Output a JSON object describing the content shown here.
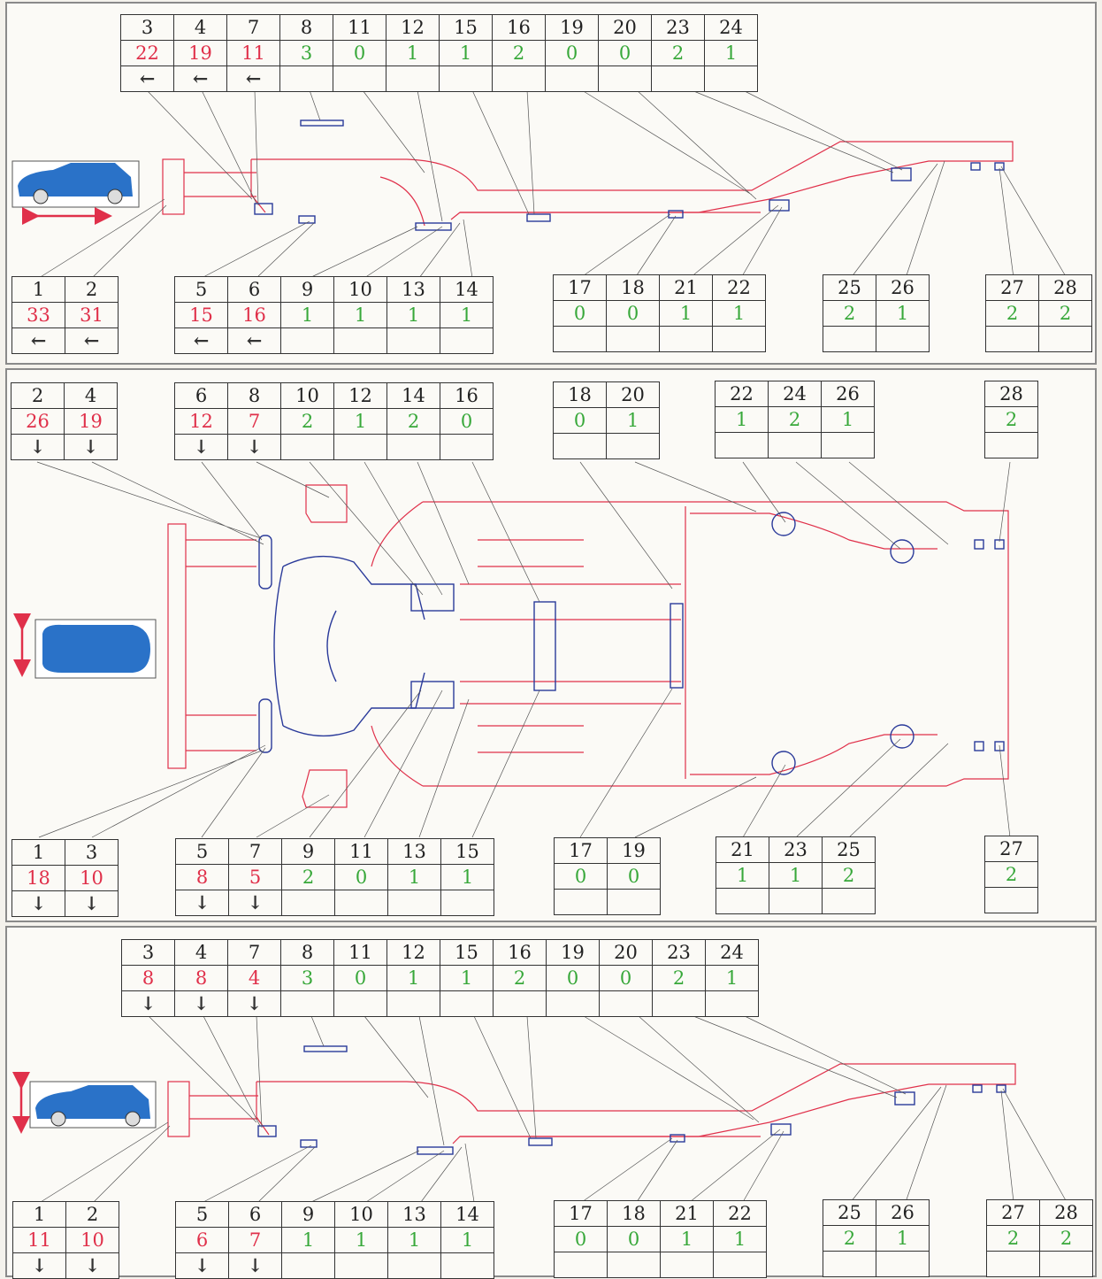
{
  "colors": {
    "chassis": "#e0304a",
    "parts": "#2a3a9a",
    "count_high": "#e0304a",
    "count_low": "#38a83a",
    "car_body": "#2a72c8"
  },
  "icons": {
    "longitudinal": "double-arrow-horizontal-icon",
    "lateral": "double-arrow-vertical-icon",
    "direction_left": "arrow-left-icon",
    "direction_down": "arrow-down-icon"
  },
  "panels": [
    {
      "view": "side-view-longitudinal",
      "tables": [
        {
          "id": "t1a",
          "cols": [
            {
              "n": "3",
              "v": "22",
              "a": "←"
            },
            {
              "n": "4",
              "v": "19",
              "a": "←"
            },
            {
              "n": "7",
              "v": "11",
              "a": "←"
            },
            {
              "n": "8",
              "v": "3"
            },
            {
              "n": "11",
              "v": "0"
            },
            {
              "n": "12",
              "v": "1"
            },
            {
              "n": "15",
              "v": "1"
            },
            {
              "n": "16",
              "v": "2"
            },
            {
              "n": "19",
              "v": "0"
            },
            {
              "n": "20",
              "v": "0"
            },
            {
              "n": "23",
              "v": "2"
            },
            {
              "n": "24",
              "v": "1"
            }
          ]
        },
        {
          "id": "t1b",
          "cols": [
            {
              "n": "1",
              "v": "33",
              "a": "←"
            },
            {
              "n": "2",
              "v": "31",
              "a": "←"
            }
          ]
        },
        {
          "id": "t1c",
          "cols": [
            {
              "n": "5",
              "v": "15",
              "a": "←"
            },
            {
              "n": "6",
              "v": "16",
              "a": "←"
            },
            {
              "n": "9",
              "v": "1"
            },
            {
              "n": "10",
              "v": "1"
            },
            {
              "n": "13",
              "v": "1"
            },
            {
              "n": "14",
              "v": "1"
            }
          ]
        },
        {
          "id": "t1d",
          "cols": [
            {
              "n": "17",
              "v": "0"
            },
            {
              "n": "18",
              "v": "0"
            },
            {
              "n": "21",
              "v": "1"
            },
            {
              "n": "22",
              "v": "1"
            }
          ]
        },
        {
          "id": "t1e",
          "cols": [
            {
              "n": "25",
              "v": "2"
            },
            {
              "n": "26",
              "v": "1"
            }
          ]
        },
        {
          "id": "t1f",
          "cols": [
            {
              "n": "27",
              "v": "2"
            },
            {
              "n": "28",
              "v": "2"
            }
          ]
        }
      ]
    },
    {
      "view": "top-view-lateral",
      "tables": [
        {
          "id": "t2a",
          "cols": [
            {
              "n": "2",
              "v": "26",
              "a": "↓"
            },
            {
              "n": "4",
              "v": "19",
              "a": "↓"
            }
          ]
        },
        {
          "id": "t2b",
          "cols": [
            {
              "n": "6",
              "v": "12",
              "a": "↓"
            },
            {
              "n": "8",
              "v": "7",
              "a": "↓"
            },
            {
              "n": "10",
              "v": "2"
            },
            {
              "n": "12",
              "v": "1"
            },
            {
              "n": "14",
              "v": "2"
            },
            {
              "n": "16",
              "v": "0"
            }
          ]
        },
        {
          "id": "t2c",
          "cols": [
            {
              "n": "18",
              "v": "0"
            },
            {
              "n": "20",
              "v": "1"
            }
          ]
        },
        {
          "id": "t2d",
          "cols": [
            {
              "n": "22",
              "v": "1"
            },
            {
              "n": "24",
              "v": "2"
            },
            {
              "n": "26",
              "v": "1"
            }
          ]
        },
        {
          "id": "t2e",
          "cols": [
            {
              "n": "28",
              "v": "2"
            }
          ]
        },
        {
          "id": "t2f",
          "cols": [
            {
              "n": "1",
              "v": "18",
              "a": "↓"
            },
            {
              "n": "3",
              "v": "10",
              "a": "↓"
            }
          ]
        },
        {
          "id": "t2g",
          "cols": [
            {
              "n": "5",
              "v": "8",
              "a": "↓"
            },
            {
              "n": "7",
              "v": "5",
              "a": "↓"
            },
            {
              "n": "9",
              "v": "2"
            },
            {
              "n": "11",
              "v": "0"
            },
            {
              "n": "13",
              "v": "1"
            },
            {
              "n": "15",
              "v": "1"
            }
          ]
        },
        {
          "id": "t2h",
          "cols": [
            {
              "n": "17",
              "v": "0"
            },
            {
              "n": "19",
              "v": "0"
            }
          ]
        },
        {
          "id": "t2i",
          "cols": [
            {
              "n": "21",
              "v": "1"
            },
            {
              "n": "23",
              "v": "1"
            },
            {
              "n": "25",
              "v": "2"
            }
          ]
        },
        {
          "id": "t2j",
          "cols": [
            {
              "n": "27",
              "v": "2"
            }
          ]
        }
      ]
    },
    {
      "view": "side-view-vertical",
      "tables": [
        {
          "id": "t3a",
          "cols": [
            {
              "n": "3",
              "v": "8",
              "a": "↓"
            },
            {
              "n": "4",
              "v": "8",
              "a": "↓"
            },
            {
              "n": "7",
              "v": "4",
              "a": "↓"
            },
            {
              "n": "8",
              "v": "3"
            },
            {
              "n": "11",
              "v": "0"
            },
            {
              "n": "12",
              "v": "1"
            },
            {
              "n": "15",
              "v": "1"
            },
            {
              "n": "16",
              "v": "2"
            },
            {
              "n": "19",
              "v": "0"
            },
            {
              "n": "20",
              "v": "0"
            },
            {
              "n": "23",
              "v": "2"
            },
            {
              "n": "24",
              "v": "1"
            }
          ]
        },
        {
          "id": "t3b",
          "cols": [
            {
              "n": "1",
              "v": "11",
              "a": "↓"
            },
            {
              "n": "2",
              "v": "10",
              "a": "↓"
            }
          ]
        },
        {
          "id": "t3c",
          "cols": [
            {
              "n": "5",
              "v": "6",
              "a": "↓"
            },
            {
              "n": "6",
              "v": "7",
              "a": "↓"
            },
            {
              "n": "9",
              "v": "1"
            },
            {
              "n": "10",
              "v": "1"
            },
            {
              "n": "13",
              "v": "1"
            },
            {
              "n": "14",
              "v": "1"
            }
          ]
        },
        {
          "id": "t3d",
          "cols": [
            {
              "n": "17",
              "v": "0"
            },
            {
              "n": "18",
              "v": "0"
            },
            {
              "n": "21",
              "v": "1"
            },
            {
              "n": "22",
              "v": "1"
            }
          ]
        },
        {
          "id": "t3e",
          "cols": [
            {
              "n": "25",
              "v": "2"
            },
            {
              "n": "26",
              "v": "1"
            }
          ]
        },
        {
          "id": "t3f",
          "cols": [
            {
              "n": "27",
              "v": "2"
            },
            {
              "n": "28",
              "v": "2"
            }
          ]
        }
      ]
    }
  ]
}
